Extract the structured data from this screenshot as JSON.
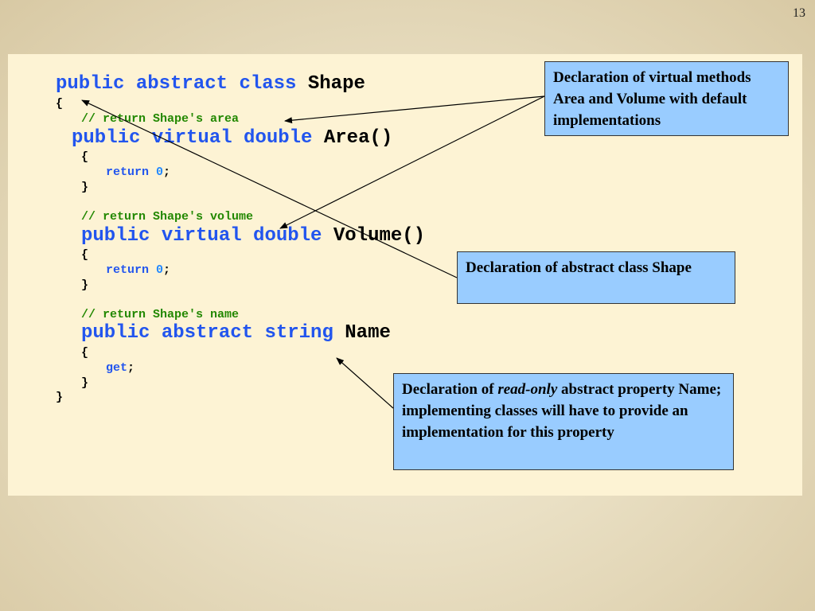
{
  "slide_number": "13",
  "code": {
    "line1_kw": "public abstract class",
    "line1_name": "Shape",
    "open_brace": "{",
    "close_brace": "}",
    "comment_area": "// return Shape's area",
    "area_kw": "public virtual double",
    "area_name": "Area()",
    "return_kw": "return",
    "return_val": "0",
    "semicolon": ";",
    "comment_volume": "// return Shape's volume",
    "volume_kw": "public virtual double",
    "volume_name": "Volume()",
    "comment_name": "// return Shape's name",
    "name_kw": "public abstract string",
    "name_name": "Name",
    "get_kw": "get"
  },
  "callouts": {
    "virtual_methods": "Declaration of virtual methods Area and Volume with default implementations",
    "abstract_class": "Declaration of abstract class Shape",
    "readonly_prefix": "Declaration of ",
    "readonly_italic": "read-only",
    "readonly_suffix": " abstract property Name; implementing classes will have to provide an implementation for this property"
  }
}
